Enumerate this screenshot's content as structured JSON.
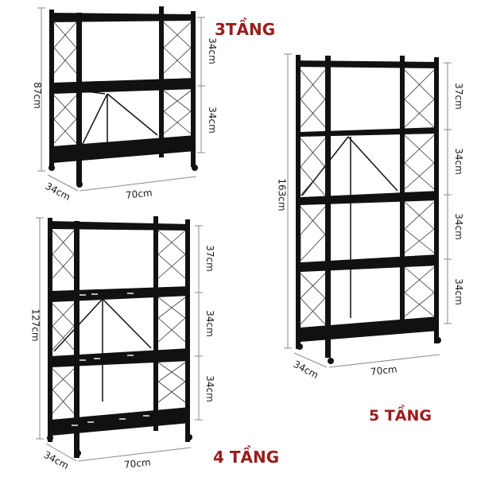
{
  "page": {
    "background": "#ffffff",
    "frame_color": "#111111",
    "dimension_line_color": "#8a8a8a",
    "title_color": "#9b1c1c"
  },
  "products": {
    "three_tier": {
      "title": "3TẦNG",
      "height": "87cm",
      "depth": "34cm",
      "width": "70cm",
      "gaps": [
        "34cm",
        "34cm"
      ]
    },
    "four_tier": {
      "title": "4 TẦNG",
      "height": "127cm",
      "depth": "34cm",
      "width": "70cm",
      "gaps": [
        "37cm",
        "34cm",
        "34cm"
      ]
    },
    "five_tier": {
      "title": "5 TẦNG",
      "height": "163cm",
      "depth": "34cm",
      "width": "70cm",
      "gaps": [
        "37cm",
        "34cm",
        "34cm",
        "34cm"
      ]
    }
  }
}
